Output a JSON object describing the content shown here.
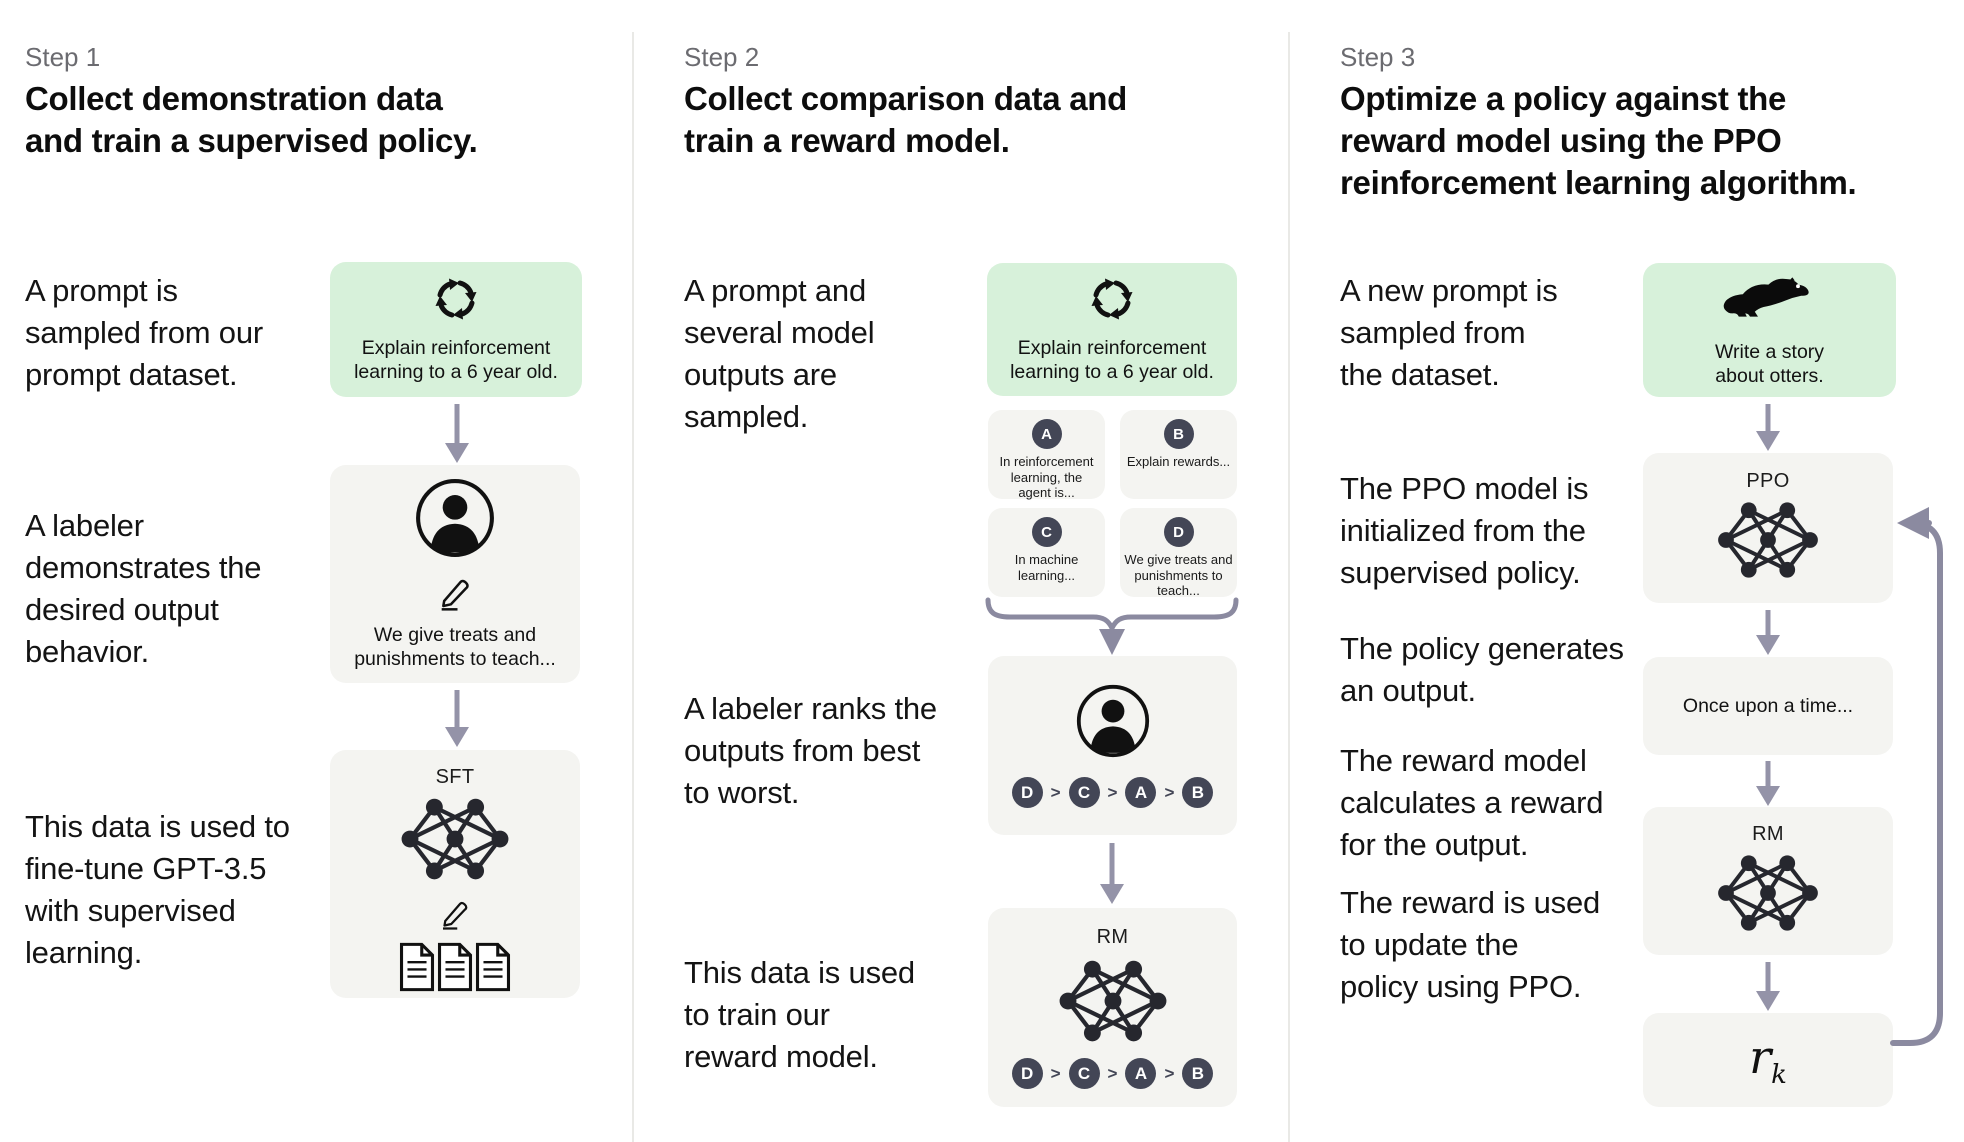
{
  "colors": {
    "background": "#ffffff",
    "box_gray": "#f4f4f1",
    "box_green": "#d7f1da",
    "circle_dark": "#434656",
    "arrow": "#9493a8",
    "brace": "#8b8aa0",
    "divider": "#e9e9e6",
    "step_label": "#6b6b70",
    "text": "#101010"
  },
  "step1": {
    "label": "Step 1",
    "title": "Collect demonstration data\nand train a supervised policy.",
    "texts": {
      "prompt": "A prompt is\nsampled from our\nprompt dataset.",
      "labeler": "A labeler\ndemonstrates the\ndesired output\nbehavior.",
      "data": "This data is used to\nfine-tune GPT-3.5\nwith supervised\nlearning."
    },
    "prompt_box": {
      "icon": "cycle-icon",
      "text": "Explain reinforcement\nlearning to a 6 year old."
    },
    "labeler_box": {
      "icons": [
        "person-icon",
        "pencil-icon"
      ],
      "text": "We give treats and\npunishments to teach..."
    },
    "sft_box": {
      "model_label": "SFT",
      "icons": [
        "neural-network-icon",
        "pencil-icon",
        "documents-icon"
      ]
    }
  },
  "step2": {
    "label": "Step 2",
    "title": "Collect comparison data and\ntrain a reward model.",
    "texts": {
      "prompt": "A prompt and\nseveral model\noutputs are\nsampled.",
      "labeler": "A labeler ranks the\noutputs from best\nto worst.",
      "data": "This data is used\nto train our\nreward model."
    },
    "prompt_box": {
      "icon": "cycle-icon",
      "text": "Explain reinforcement\nlearning to a 6 year old."
    },
    "outputs": [
      {
        "key": "A",
        "text": "In reinforcement\nlearning, the\nagent is..."
      },
      {
        "key": "B",
        "text": "Explain rewards..."
      },
      {
        "key": "C",
        "text": "In machine\nlearning..."
      },
      {
        "key": "D",
        "text": "We give treats and\npunishments to\nteach..."
      }
    ],
    "ranking": {
      "items": [
        "D",
        "C",
        "A",
        "B"
      ],
      "separator": ">"
    },
    "rm_box": {
      "model_label": "RM"
    }
  },
  "step3": {
    "label": "Step 3",
    "title": "Optimize a policy against the\nreward model using the PPO\nreinforcement learning algorithm.",
    "texts": {
      "prompt": "A new prompt is\nsampled from\nthe dataset.",
      "ppo": "The PPO model is\ninitialized from the\nsupervised policy.",
      "policy": "The policy generates\nan output.",
      "reward": "The reward model\ncalculates a reward\nfor the output.",
      "update": "The reward is used\nto update the\npolicy using PPO."
    },
    "prompt_box": {
      "icon": "otter-icon",
      "text": "Write a story\nabout otters."
    },
    "ppo_box": {
      "model_label": "PPO"
    },
    "output_box": {
      "text": "Once upon a time..."
    },
    "rm_box": {
      "model_label": "RM"
    },
    "reward_box": {
      "symbol": "r",
      "subscript": "k"
    }
  }
}
